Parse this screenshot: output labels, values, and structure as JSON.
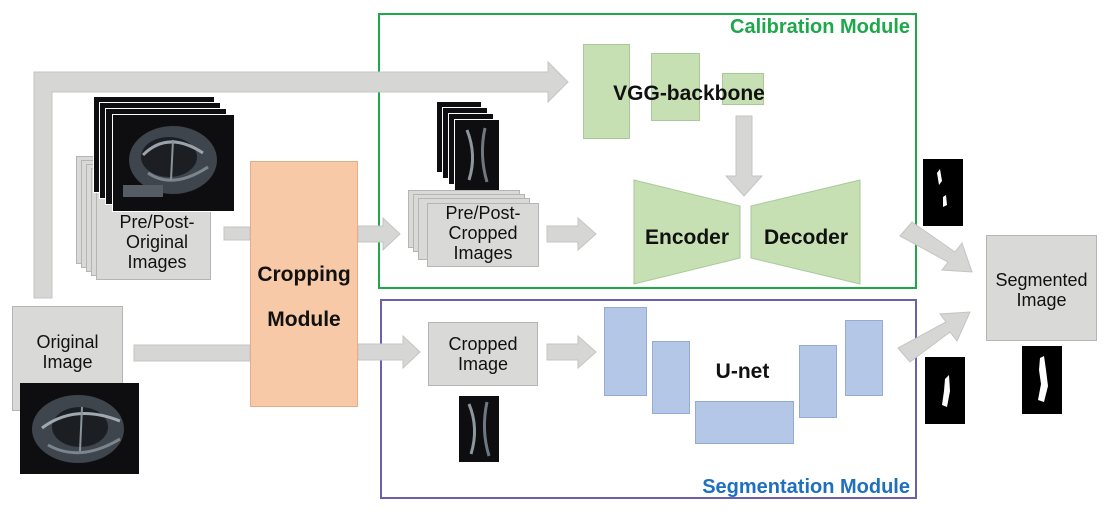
{
  "modules": {
    "calibration": {
      "title": "Calibration Module",
      "color": "#1ea84a"
    },
    "segmentation": {
      "title": "Segmentation Module",
      "color": "#1f6fbf"
    }
  },
  "nodes": {
    "pre_post_original": [
      "Pre/Post-",
      "Original",
      "Images"
    ],
    "original_image": [
      "Original",
      "Image"
    ],
    "cropping_module": [
      "Cropping",
      "Module"
    ],
    "pre_post_cropped": [
      "Pre/Post-",
      "Cropped",
      "Images"
    ],
    "vgg_backbone": "VGG-backbone",
    "encoder": "Encoder",
    "decoder": "Decoder",
    "cropped_image": [
      "Cropped",
      "Image"
    ],
    "unet": "U-net",
    "segmented_image": [
      "Segmented",
      "Image"
    ]
  },
  "colors": {
    "cropping_fill": "#f7c9a6",
    "green_fill": "#c6e0b4",
    "blue_fill": "#b4c7e7",
    "gray_fill": "#d9d9d7",
    "arrow_fill": "#d6d6d4",
    "calibration_border": "#1ea84a",
    "segmentation_border": "#6b5fae"
  }
}
